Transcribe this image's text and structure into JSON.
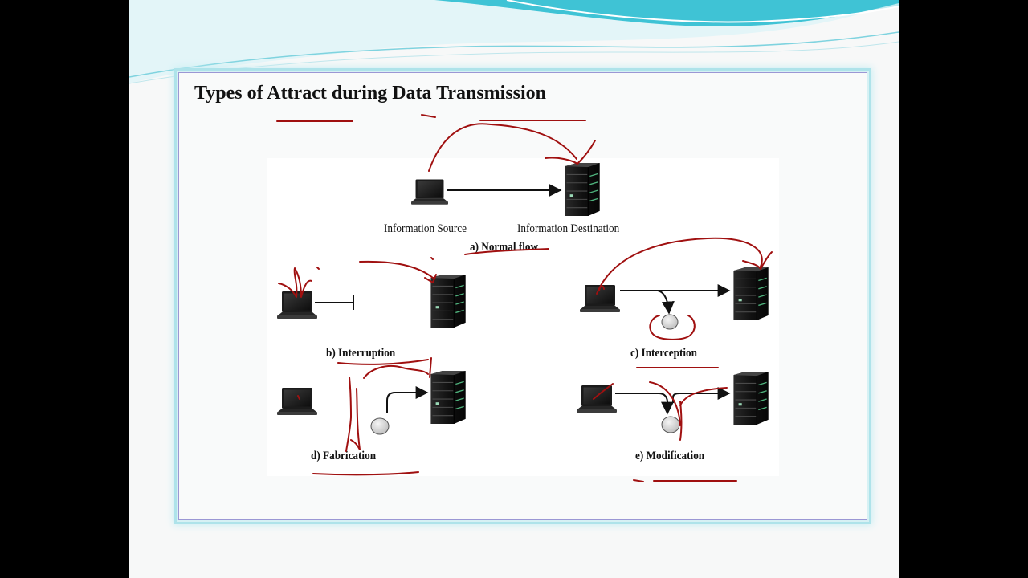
{
  "slide": {
    "title": "Types of Attract during Data Transmission"
  },
  "diagram": {
    "normal_flow": {
      "source_label": "Information Source",
      "destination_label": "Information Destination",
      "caption": "a) Normal flow"
    },
    "interruption": {
      "caption": "b) Interruption"
    },
    "interception": {
      "caption": "c) Interception"
    },
    "fabrication": {
      "caption": "d) Fabrication"
    },
    "modification": {
      "caption": "e) Modification"
    }
  },
  "colors": {
    "annotation_ink": "#a01010",
    "arrow": "#111111",
    "wave_teal": "#3fc3d5",
    "frame_glow": "#aee3ea"
  },
  "icons": [
    "laptop-icon",
    "server-icon",
    "interceptor-node-icon"
  ]
}
